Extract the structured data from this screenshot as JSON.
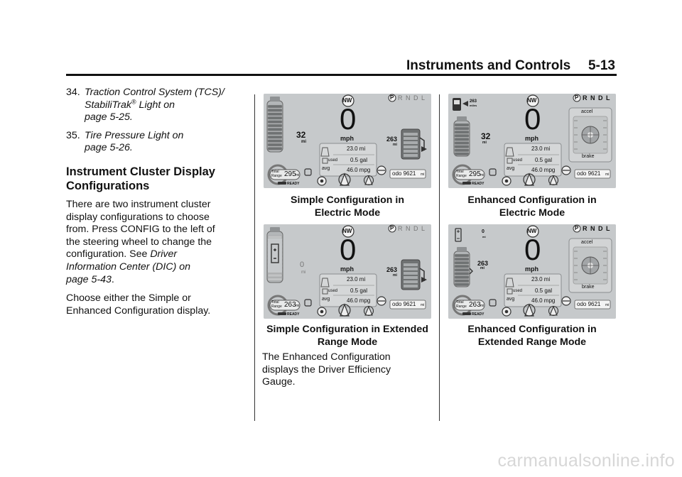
{
  "header": {
    "title": "Instruments and Controls",
    "page": "5-13"
  },
  "list_items": [
    {
      "num": "34.",
      "line1": "Traction Control System (TCS)/",
      "line2a": "StabiliTrak",
      "reg": "®",
      "line2b": " Light on",
      "line3": "page 5-25."
    },
    {
      "num": "35.",
      "line1": "Tire Pressure Light on",
      "line3": "page 5-26."
    }
  ],
  "section": {
    "heading_line1": "Instrument Cluster Display",
    "heading_line2": "Configurations",
    "para1": {
      "l1": "There are two instrument cluster",
      "l2": "display configurations to choose",
      "l3": "from. Press CONFIG to the left of",
      "l4": "the steering wheel to change the",
      "l5a": "configuration. See ",
      "l5b": "Driver",
      "l6": "Information Center (DIC) on",
      "l7": "page 5-43",
      "l7end": "."
    },
    "para2": {
      "l1": "Choose either the Simple or",
      "l2": "Enhanced Configuration display."
    }
  },
  "figures": [
    {
      "caption1": "Simple Configuration in",
      "caption2": "Electric Mode",
      "speed": "0",
      "unit": "mph",
      "compass": "NW",
      "gear": "R N D L",
      "park": "P",
      "left_range": "32",
      "left_unit": "mi",
      "right_range": "263",
      "right_unit": "mi",
      "trip": "23.0 mi",
      "used_label": "used",
      "used": "0.5 gal",
      "avg_label": "avg",
      "avg": "46.0 mpg",
      "total_label": "Total Range",
      "total": "295",
      "total_unit": "mi",
      "odo": "odo 9621",
      "odo_unit": "mi",
      "ready": "READY"
    },
    {
      "caption1": "Enhanced Configuration in",
      "caption2": "Electric Mode",
      "speed": "0",
      "unit": "mph",
      "compass": "NW",
      "gear": "R N D L",
      "park": "P",
      "left_range": "32",
      "left_unit": "mi",
      "top_range": "263",
      "top_unit": "miles",
      "trip": "23.0 mi",
      "used_label": "used",
      "used": "0.5 gal",
      "avg_label": "avg",
      "avg": "46.0 mpg",
      "total_label": "Total Range",
      "total": "295",
      "total_unit": "mi",
      "odo": "odo 9621",
      "odo_unit": "mi",
      "ready": "READY",
      "accel": "accel",
      "brake": "brake"
    },
    {
      "caption1": "Simple Configuration in Extended",
      "caption2": "Range Mode",
      "speed": "0",
      "unit": "mph",
      "compass": "NW",
      "gear": "R N D L",
      "park": "P",
      "left_range": "0",
      "left_unit": "mi",
      "right_range": "263",
      "right_unit": "mi",
      "trip": "23.0 mi",
      "used_label": "used",
      "used": "0.5 gal",
      "avg_label": "avg",
      "avg": "46.0 mpg",
      "total_label": "Total Range",
      "total": "263",
      "total_unit": "mi",
      "odo": "odo 9621",
      "odo_unit": "mi",
      "ready": "READY"
    },
    {
      "caption1": "Enhanced Configuration in",
      "caption2": "Extended Range Mode",
      "speed": "0",
      "unit": "mph",
      "compass": "NW",
      "gear": "R N D L",
      "park": "P",
      "left_range": "263",
      "left_unit": "mi",
      "top_range": "0",
      "top_unit": "mi",
      "trip": "23.0 mi",
      "used_label": "used",
      "used": "0.5 gal",
      "avg_label": "avg",
      "avg": "46.0 mpg",
      "total_label": "Total Range",
      "total": "263",
      "total_unit": "mi",
      "odo": "odo 9621",
      "odo_unit": "mi",
      "ready": "READY",
      "accel": "accel",
      "brake": "brake"
    }
  ],
  "col2_text": {
    "l1": "The Enhanced Configuration",
    "l2": "displays the Driver Efficiency",
    "l3": "Gauge."
  },
  "watermark": "carmanualsonline.info"
}
